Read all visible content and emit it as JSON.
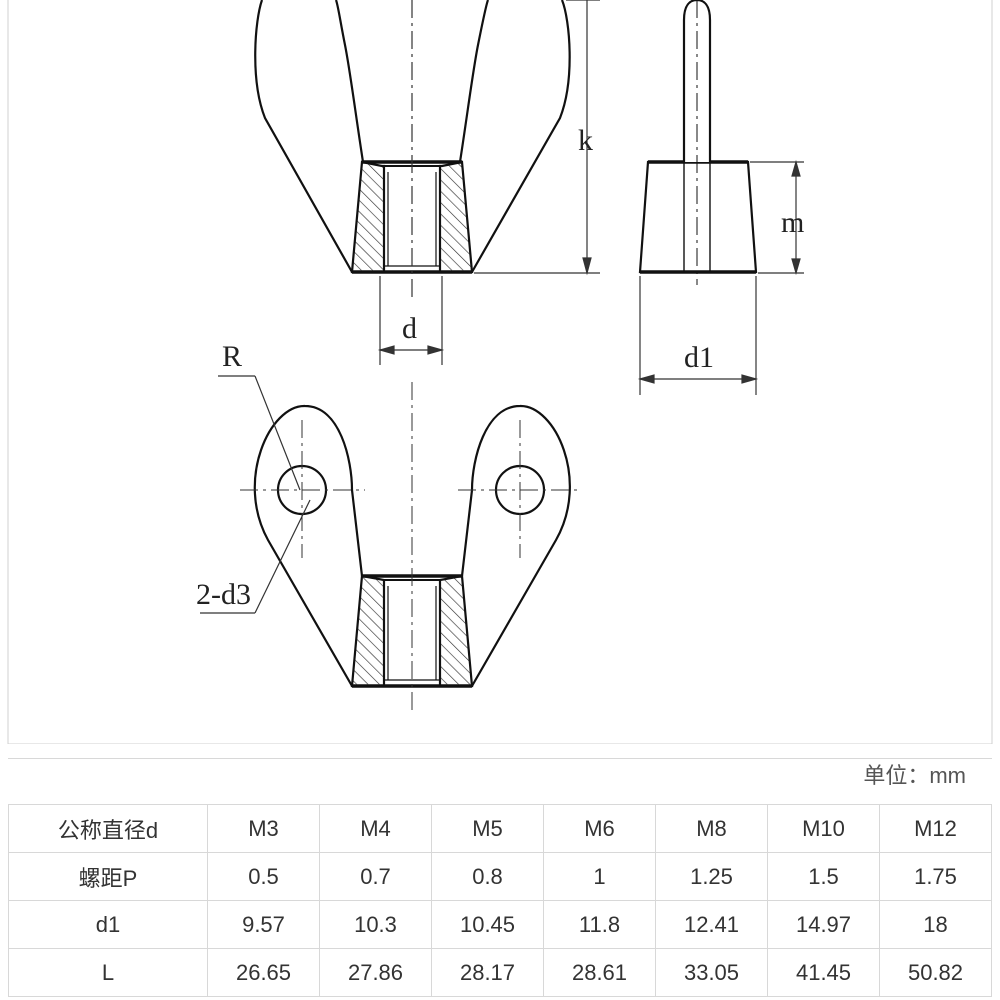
{
  "diagram": {
    "labels": {
      "k": "k",
      "m": "m",
      "d": "d",
      "d1": "d1",
      "R": "R",
      "d3": "2-d3"
    }
  },
  "table": {
    "unit_label": "单位：mm",
    "rows": [
      {
        "header": "公称直径d",
        "cells": [
          "M3",
          "M4",
          "M5",
          "M6",
          "M8",
          "M10",
          "M12"
        ]
      },
      {
        "header": "螺距P",
        "cells": [
          "0.5",
          "0.7",
          "0.8",
          "1",
          "1.25",
          "1.5",
          "1.75"
        ]
      },
      {
        "header": "d1",
        "cells": [
          "9.57",
          "10.3",
          "10.45",
          "11.8",
          "12.41",
          "14.97",
          "18"
        ]
      },
      {
        "header": "L",
        "cells": [
          "26.65",
          "27.86",
          "28.17",
          "28.61",
          "33.05",
          "41.45",
          "50.82"
        ]
      }
    ]
  }
}
